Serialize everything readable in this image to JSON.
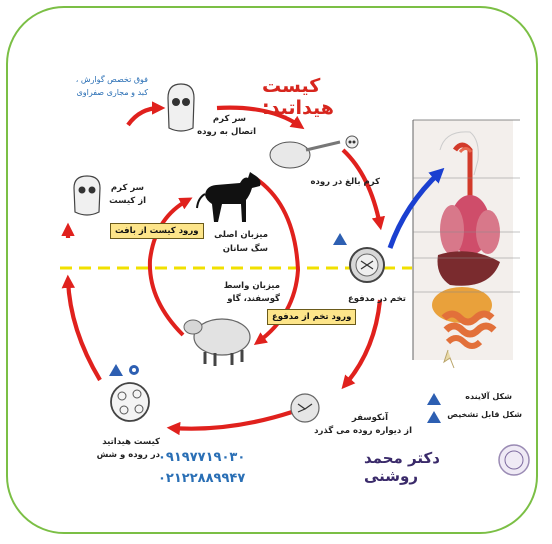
{
  "title": "کیست هیداتید:",
  "specialist": [
    "فوق تخصص گوارش ،",
    "کبد و مجاری صفراوی"
  ],
  "stages": {
    "scolex_attached": [
      "سر کرم",
      "اتصال به روده"
    ],
    "adult_worm": "کرم بالغ در روده",
    "egg_in_feces": "تخم در مدفوع",
    "oncosphere": [
      "آنکوسفر",
      "از دیواره روده می گذرد"
    ],
    "hydatid_cyst": [
      "کیست هیداتید",
      "در روده و شش"
    ],
    "scolex_from_cyst": [
      "سر کرم",
      "از کیست"
    ]
  },
  "hosts": {
    "definitive": [
      "میزبان اصلی",
      "سگ سانان"
    ],
    "intermediate": [
      "میزبان واسط",
      "گوسفند، گاو"
    ]
  },
  "transitions": {
    "tissue_cyst_entry": "ورود کیست از بافت",
    "egg_fecal_entry": "ورود تخم از مدفوع"
  },
  "legend": {
    "infective": "شکل آلاینده",
    "diagnostic": "شکل قابل تشخیص"
  },
  "doctor_name": "دکتر محمد روشنی",
  "phones": [
    "۰۹۱۹۷۷۱۹۰۳۰",
    "۰۲۱۲۲۸۸۹۹۴۷"
  ],
  "colors": {
    "border": "#7bbf45",
    "cycle_arrows": "#e0211d",
    "blue_arrow": "#1a3fd0",
    "dashed_line": "#f1e000",
    "title": "#d7261e",
    "label_box": "#fde58a",
    "phone_text": "#2a6fb5"
  }
}
